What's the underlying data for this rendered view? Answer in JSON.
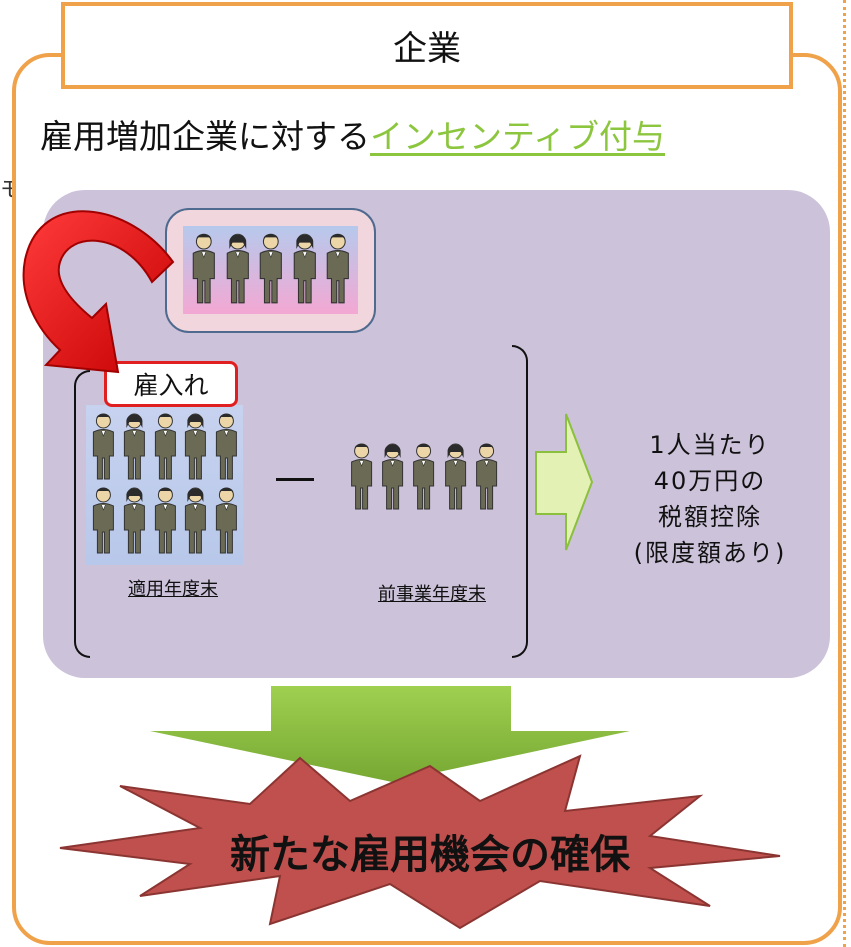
{
  "stray_char": "モ",
  "title": "企業",
  "subtitle": {
    "prefix": "雇用増加企業に対する",
    "highlight": "インセンティブ付与"
  },
  "hire_label": "雇入れ",
  "current_year_label": "適用年度末",
  "previous_year_label": "前事業年度末",
  "result_lines": [
    "1人当たり",
    "40万円の",
    "税額控除",
    "(限度額あり)"
  ],
  "conclusion": "新たな雇用機会の確保",
  "colors": {
    "frame_orange": "#f0a24a",
    "panel_purple": "#ccc2da",
    "highlight_green": "#8cc63f",
    "burst_red": "#c0504d",
    "curve_arrow_red": "#e41b1b",
    "down_arrow_green": "#8bbf3e"
  },
  "icons": [
    "curved-red-arrow",
    "green-right-arrow",
    "green-down-arrow",
    "red-starburst",
    "person-icon"
  ]
}
